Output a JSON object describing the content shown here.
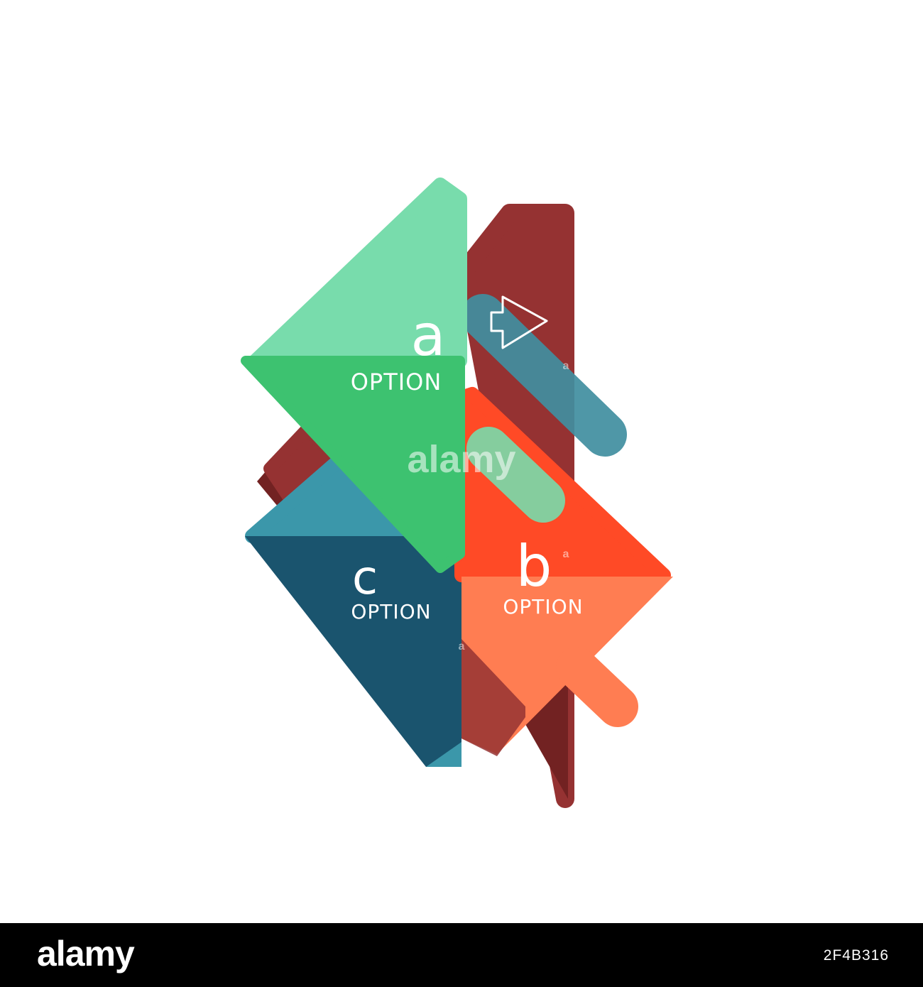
{
  "options": [
    {
      "letter": "a",
      "word": "OPTION",
      "color": "#3dc270"
    },
    {
      "letter": "b",
      "word": "OPTION",
      "color": "#ff4a26"
    },
    {
      "letter": "c",
      "word": "OPTION",
      "color": "#1a546e"
    }
  ],
  "shape_colors": {
    "green_light": "#78dcac",
    "green_dark": "#3dc270",
    "maroon": "#953232",
    "maroon_dark": "#722222",
    "teal": "#408ea0",
    "teal_light": "#3b97aa",
    "navy": "#1a546e",
    "red": "#ff4a26",
    "coral": "#ff7d52"
  },
  "icon": "arrow-right-outline-icon",
  "watermark": {
    "text": "alamy",
    "small_mark": "a"
  },
  "stock_bar": {
    "logo": "alamy",
    "image_id": "2F4B316"
  }
}
